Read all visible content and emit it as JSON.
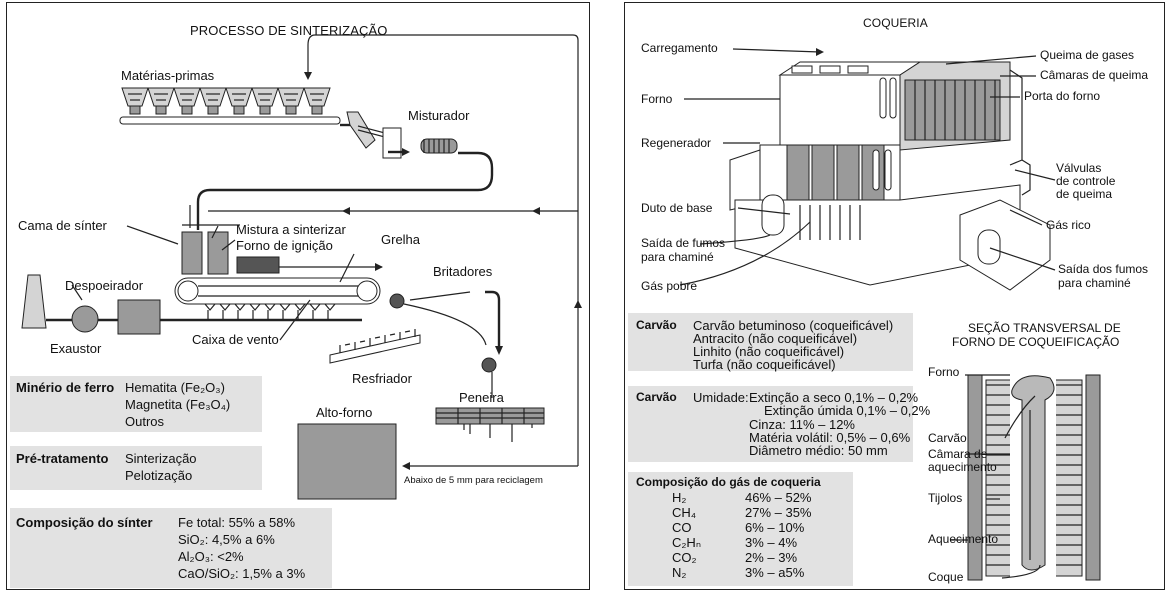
{
  "left": {
    "title": "PROCESSO DE SINTERIZAÇÃO",
    "labels": {
      "materias_primas": "Matérias-primas",
      "misturador": "Misturador",
      "cama_sinter": "Cama de sínter",
      "mistura": "Mistura a sinterizar",
      "forno_ignicao": "Forno de ignição",
      "grelha": "Grelha",
      "britadores": "Britadores",
      "despoeirador": "Despoeirador",
      "exaustor": "Exaustor",
      "caixa_vento": "Caixa de vento",
      "resfriador": "Resfriador",
      "peneira": "Peneira",
      "alto_forno": "Alto-forno",
      "reciclagem": "Abaixo de 5 mm para reciclagem"
    },
    "minerio": {
      "head": "Minério de ferro",
      "l1": "Hematita (Fe₂O₃)",
      "l2": "Magnetita (Fe₃O₄)",
      "l3": "Outros"
    },
    "pretratamento": {
      "head": "Pré-tratamento",
      "l1": "Sinterização",
      "l2": "Pelotização"
    },
    "composicao": {
      "head": "Composição do sínter",
      "l1": "Fe total: 55% a 58%",
      "l2": "SiO₂: 4,5% a 6%",
      "l3": "Al₂O₃: <2%",
      "l4": "CaO/SiO₂: 1,5% a 3%"
    }
  },
  "right": {
    "title": "COQUERIA",
    "labels": {
      "carregamento": "Carregamento",
      "queima_gases": "Queima de gases",
      "camaras_queima": "Câmaras de queima",
      "porta_forno": "Porta do forno",
      "forno": "Forno",
      "regenerador": "Regenerador",
      "valvulas1": "Válvulas",
      "valvulas2": "de controle",
      "valvulas3": "de queima",
      "duto_base": "Duto de base",
      "gas_rico": "Gás rico",
      "saida_fumos1": "Saída de fumos",
      "saida_fumos2": "para chaminé",
      "saida_dos_fumos1": "Saída dos fumos",
      "saida_dos_fumos2": "para chaminé",
      "gas_pobre": "Gás pobre"
    },
    "carvao1": {
      "head": "Carvão",
      "l1": "Carvão betuminoso (coqueificável)",
      "l2": "Antracito (não coqueificável)",
      "l3": "Linhito (não coqueificável)",
      "l4": "Turfa (não coqueificável)"
    },
    "carvao2": {
      "head": "Carvão",
      "l1": "Umidade:",
      "l1b": "Extinção a seco 0,1% – 0,2%",
      "l2": "Extinção úmida 0,1% – 0,2%",
      "l3": "Cinza: 11% – 12%",
      "l4": "Matéria volátil: 0,5% – 0,6%",
      "l5": "Diâmetro médio: 50 mm"
    },
    "gas": {
      "head": "Composição do gás de coqueria",
      "rows": [
        {
          "k": "H₂",
          "v": "46% – 52%"
        },
        {
          "k": "CH₄",
          "v": "27% – 35%"
        },
        {
          "k": "CO",
          "v": "6% – 10%"
        },
        {
          "k": "C₂Hₙ",
          "v": "3% – 4%"
        },
        {
          "k": "CO₂",
          "v": "2% – 3%"
        },
        {
          "k": "N₂",
          "v": "3% – a5%"
        }
      ]
    },
    "secao": {
      "t1": "SEÇÃO TRANSVERSAL DE",
      "t2": "FORNO DE COQUEIFICAÇÃO",
      "forno": "Forno",
      "carvao": "Carvão",
      "camara1": "Câmara de",
      "camara2": "aquecimento",
      "tijolos": "Tijolos",
      "aquecimento": "Aquecimento",
      "coque": "Coque"
    }
  }
}
